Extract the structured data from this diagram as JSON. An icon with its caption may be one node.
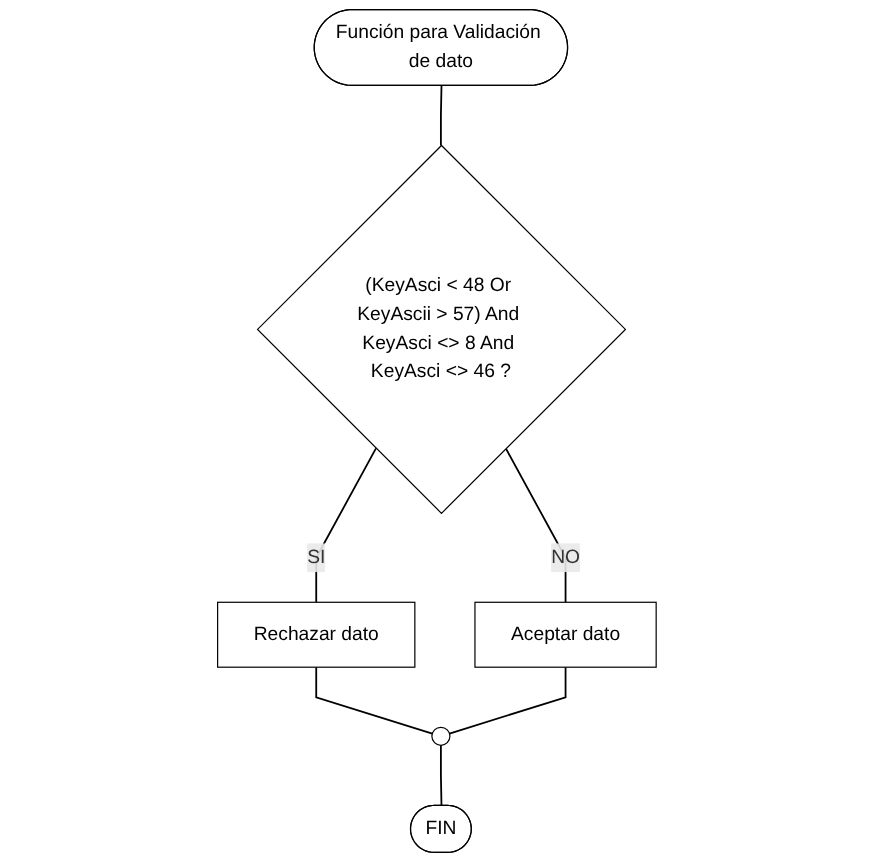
{
  "diagram": {
    "nodes": [
      {
        "text": [
          "Función para Validación de dato"
        ]
      },
      {
        "text": [
          "(KeyAsci < 48 Or KeyAscii > 57) And KeyAsci <> 8 And KeyAsci <> 46 ?"
        ]
      },
      {
        "text": [
          "Aceptar dato"
        ]
      },
      {
        "text": [
          "Rechazar dato"
        ]
      },
      {
        "text": [],
        "shape": "circle"
      },
      {
        "text": [
          "FIN"
        ]
      }
    ],
    "edges": [
      {
        "from": 0,
        "to": 1,
        "arrow": "none"
      },
      {
        "from": 1,
        "to": 2,
        "arrow": "none",
        "label": "NO"
      },
      {
        "from": 1,
        "to": 3,
        "arrow": "none",
        "label": "SI"
      },
      {
        "from": 3,
        "to": 4,
        "arrow": "none"
      },
      {
        "from": 2,
        "to": 4,
        "arrow": "none"
      },
      {
        "from": 4,
        "to": 5,
        "arrow": "none"
      }
    ]
  }
}
